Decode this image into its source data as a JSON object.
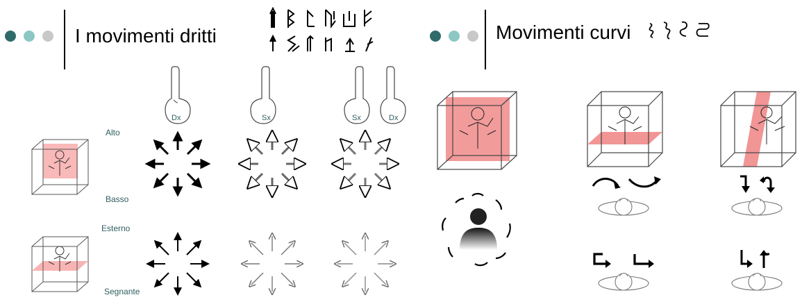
{
  "left": {
    "title": "I movimenti dritti",
    "hand_labels": {
      "dx": "Dx",
      "sx": "Sx",
      "sx2": "Sx",
      "dx2": "Dx"
    },
    "plane_labels": {
      "alto": "Alto",
      "basso": "Basso",
      "esterno": "Esterno",
      "segnante": "Segnante"
    }
  },
  "right": {
    "title": "Movimenti curvi"
  },
  "colors": {
    "dot_dark": "#2f6b6b",
    "dot_mid": "#8cc7c4",
    "dot_light": "#c8c8c8",
    "plane": "#f08a8a",
    "label": "#2f5d5f"
  }
}
